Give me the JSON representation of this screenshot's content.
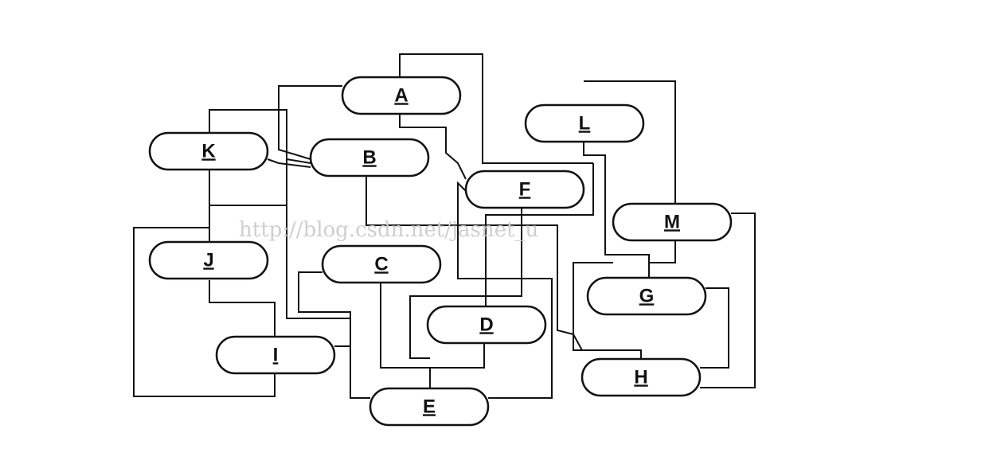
{
  "diagram": {
    "nodes": [
      {
        "id": "A",
        "label": "A"
      },
      {
        "id": "L",
        "label": "L"
      },
      {
        "id": "K",
        "label": "K"
      },
      {
        "id": "B",
        "label": "B"
      },
      {
        "id": "F",
        "label": "F"
      },
      {
        "id": "M",
        "label": "M"
      },
      {
        "id": "J",
        "label": "J"
      },
      {
        "id": "C",
        "label": "C"
      },
      {
        "id": "G",
        "label": "G"
      },
      {
        "id": "D",
        "label": "D"
      },
      {
        "id": "I",
        "label": "I"
      },
      {
        "id": "H",
        "label": "H"
      },
      {
        "id": "E",
        "label": "E"
      }
    ],
    "watermark": "http://blog.csdn.net/jasnet_u",
    "line_color": "#111111"
  }
}
